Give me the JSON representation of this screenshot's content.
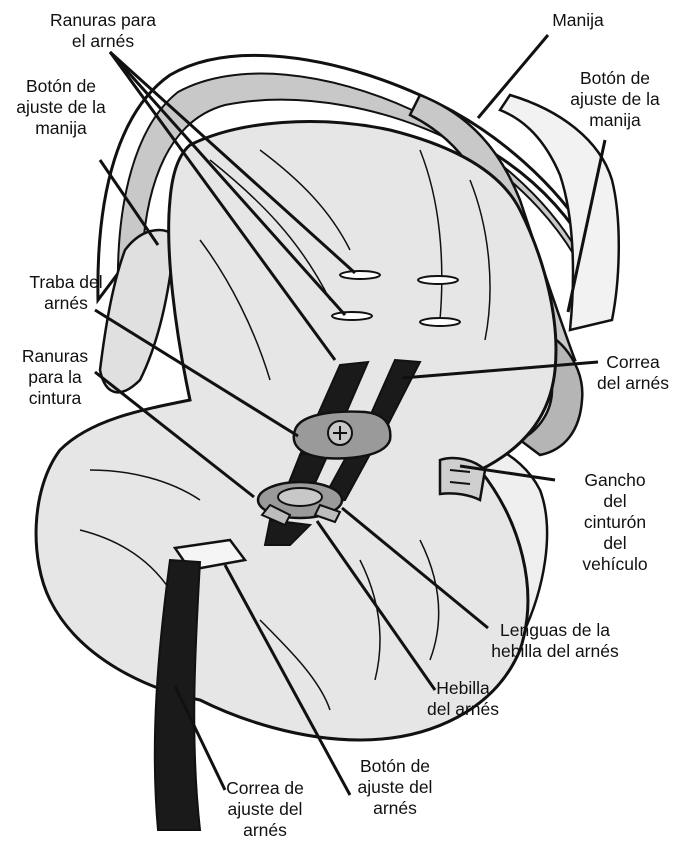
{
  "labels": {
    "ranuras_arnes": "Ranuras para\nel arnés",
    "manija": "Manija",
    "boton_manija_izq": "Botón de\najuste de la\nmanija",
    "boton_manija_der": "Botón de\najuste de la\nmanija",
    "traba_arnes": "Traba del\narnés",
    "ranuras_cintura": "Ranuras\npara la\ncintura",
    "correa_arnes": "Correa\ndel arnés",
    "gancho_cinturon": "Gancho\ndel\ncinturón\ndel\nvehículo",
    "lenguas_hebilla": "Lenguas de la\nhebilla del arnés",
    "hebilla_arnes": "Hebilla\ndel arnés",
    "boton_ajuste_arnes": "Botón de\najuste del\narnés",
    "correa_ajuste": "Correa de\najuste del\narnés"
  },
  "colors": {
    "line": "#111111",
    "seat_fill": "#e6e6e6",
    "handle_fill": "#c8c8c8",
    "strap": "#1a1a1a",
    "buckle": "#9a9a9a"
  }
}
